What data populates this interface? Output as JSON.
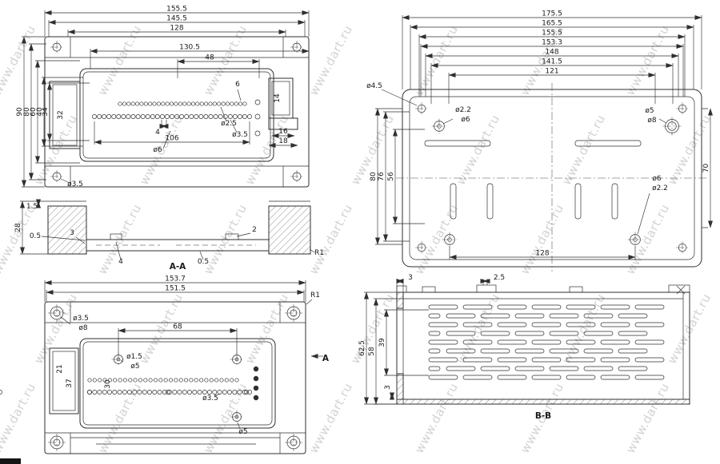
{
  "watermark": "www.dart.ru",
  "tl": {
    "w155": "155.5",
    "w145": "145.5",
    "w128": "128",
    "w130": "130.5",
    "w48": "48",
    "w106": "106",
    "h90": "90",
    "h80": "80",
    "h60": "60",
    "h40": "40",
    "h34": "34",
    "s32": "32",
    "s14": "14",
    "s16": "16",
    "s18": "18",
    "n6": "6",
    "n4": "4",
    "d25": "ø2.5",
    "d35a": "ø3.5",
    "d6": "ø6",
    "d35b": "ø3.5"
  },
  "aa": {
    "t15": "1.5",
    "h28": "28",
    "t05a": "0.5",
    "t3": "3",
    "t4": "4",
    "t2": "2",
    "t05b": "0.5",
    "r1": "R1",
    "title": "A-A"
  },
  "bl": {
    "w1537": "153.7",
    "w1515": "151.5",
    "r1": "R1",
    "d35a": "ø3.5",
    "d8": "ø8",
    "w68": "68",
    "s21": "21",
    "s37": "37",
    "s30": "30",
    "d15": "ø1.5",
    "d5a": "ø5",
    "d35b": "ø3.5",
    "d5b": "ø5",
    "secA": "A"
  },
  "tr": {
    "w1755": "175.5",
    "w1655": "165.5",
    "w1555": "155.5",
    "w1533": "153.3",
    "w148": "148",
    "w1415": "141.5",
    "w121": "121",
    "d45": "ø4.5",
    "d22a": "ø2.2",
    "d6a": "ø6",
    "d5": "ø5",
    "d8": "ø8",
    "h80": "80",
    "h76": "76",
    "h56": "56",
    "h70": "70",
    "d6b": "ø6",
    "d22b": "ø2.2",
    "w128": "128"
  },
  "br": {
    "t3a": "3",
    "t25": "2.5",
    "h625": "62.5",
    "h58": "58",
    "h39": "39",
    "h3": "3",
    "title": "B-B"
  }
}
